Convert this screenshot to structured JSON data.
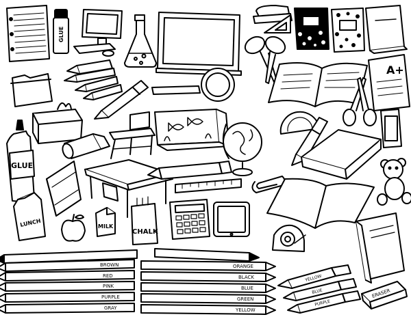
{
  "labels": {
    "glue_stick": "GLUE",
    "glue_bottle": "GLUE",
    "lunch": "LUNCH",
    "milk": "MILK",
    "chalk": "CHALK",
    "eraser": "ERASER",
    "grade": "A+"
  },
  "pencils": [
    {
      "color": "BROWN"
    },
    {
      "color": "RED"
    },
    {
      "color": "PINK"
    },
    {
      "color": "PURPLE"
    },
    {
      "color": "GRAY"
    }
  ],
  "pencils_right": [
    {
      "color": "ORANGE"
    },
    {
      "color": "BLACK"
    },
    {
      "color": "BLUE"
    },
    {
      "color": "GREEN"
    },
    {
      "color": "YELLOW"
    }
  ],
  "markers": [
    {
      "color": "YELLOW"
    },
    {
      "color": "BLUE"
    },
    {
      "color": "PURPLE"
    }
  ],
  "colors": {
    "ink": "#000000",
    "paper": "#ffffff"
  }
}
